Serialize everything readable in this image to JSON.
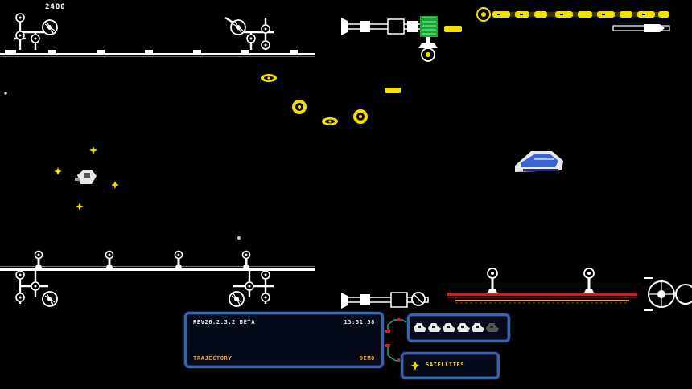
{
  "hud": {
    "score": "2400"
  },
  "info_panel": {
    "version": "REV26.2.3.2  BETA",
    "clock": "13:51:58",
    "mode": "TRAJECTORY",
    "tag": "DEMO"
  },
  "lives": {
    "count": 6,
    "active": 5
  },
  "satellites": {
    "label": "SATELLITES"
  },
  "colors": {
    "background": "#000000",
    "panel_border": "#3a63a8",
    "hud_text": "#e8e8e8",
    "label_orange": "#f0a020",
    "enemy_yellow": "#f2e000",
    "player_blue": "#3a63d8",
    "rail_red": "#c8202a"
  }
}
